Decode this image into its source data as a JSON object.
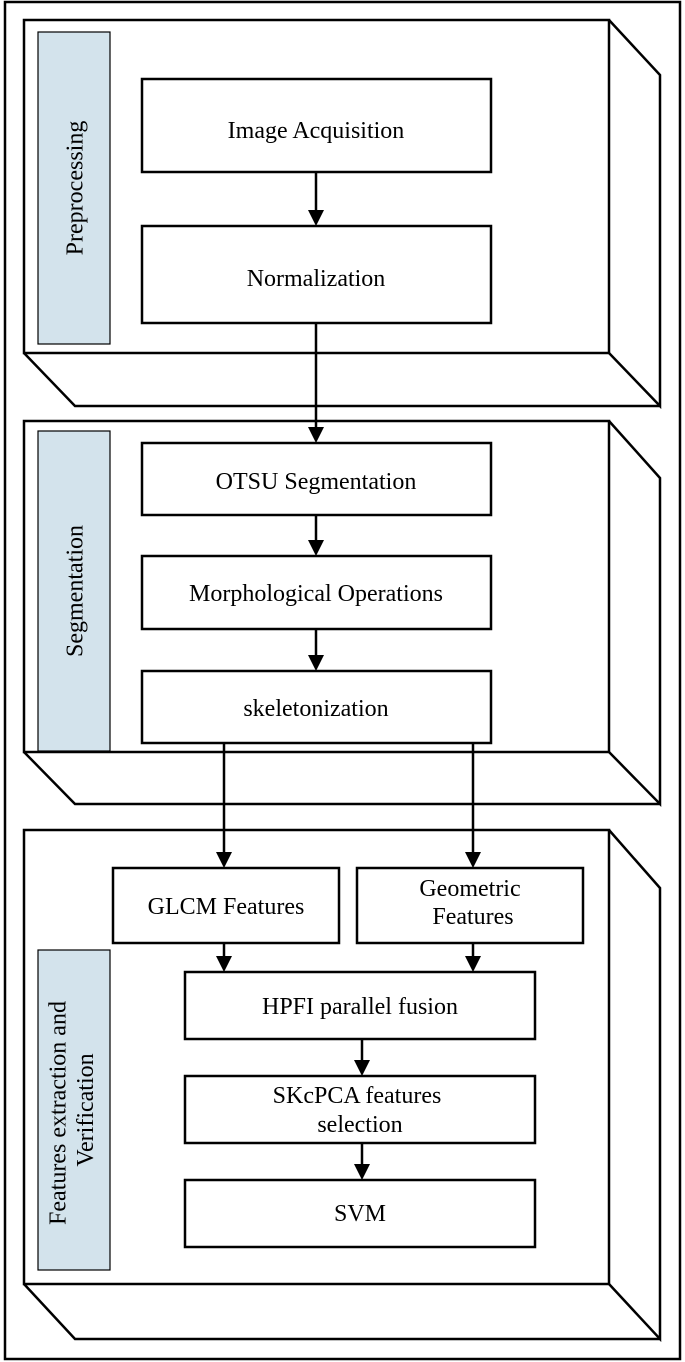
{
  "stages": [
    {
      "label_lines": [
        "Preprocessing"
      ]
    },
    {
      "label_lines": [
        "Segmentation"
      ]
    },
    {
      "label_lines": [
        "Features extraction and",
        "Verification"
      ]
    }
  ],
  "steps": {
    "image_acquisition": [
      "Image Acquisition"
    ],
    "normalization": [
      "Normalization"
    ],
    "otsu_segmentation": [
      "OTSU Segmentation"
    ],
    "morphological_operations": [
      "Morphological Operations"
    ],
    "skeletonization": [
      "skeletonization"
    ],
    "glcm_features": [
      "GLCM Features"
    ],
    "geometric_features": [
      "Geometric",
      "Features"
    ],
    "hpfi_parallel_fusion": [
      "HPFI parallel fusion"
    ],
    "skcpca_features_selection": [
      "SKcPCA features",
      "selection"
    ],
    "svm": [
      "SVM"
    ]
  },
  "colors": {
    "stage_label_fill": "#d3e3ec",
    "stroke": "#000000",
    "background": "#ffffff"
  }
}
